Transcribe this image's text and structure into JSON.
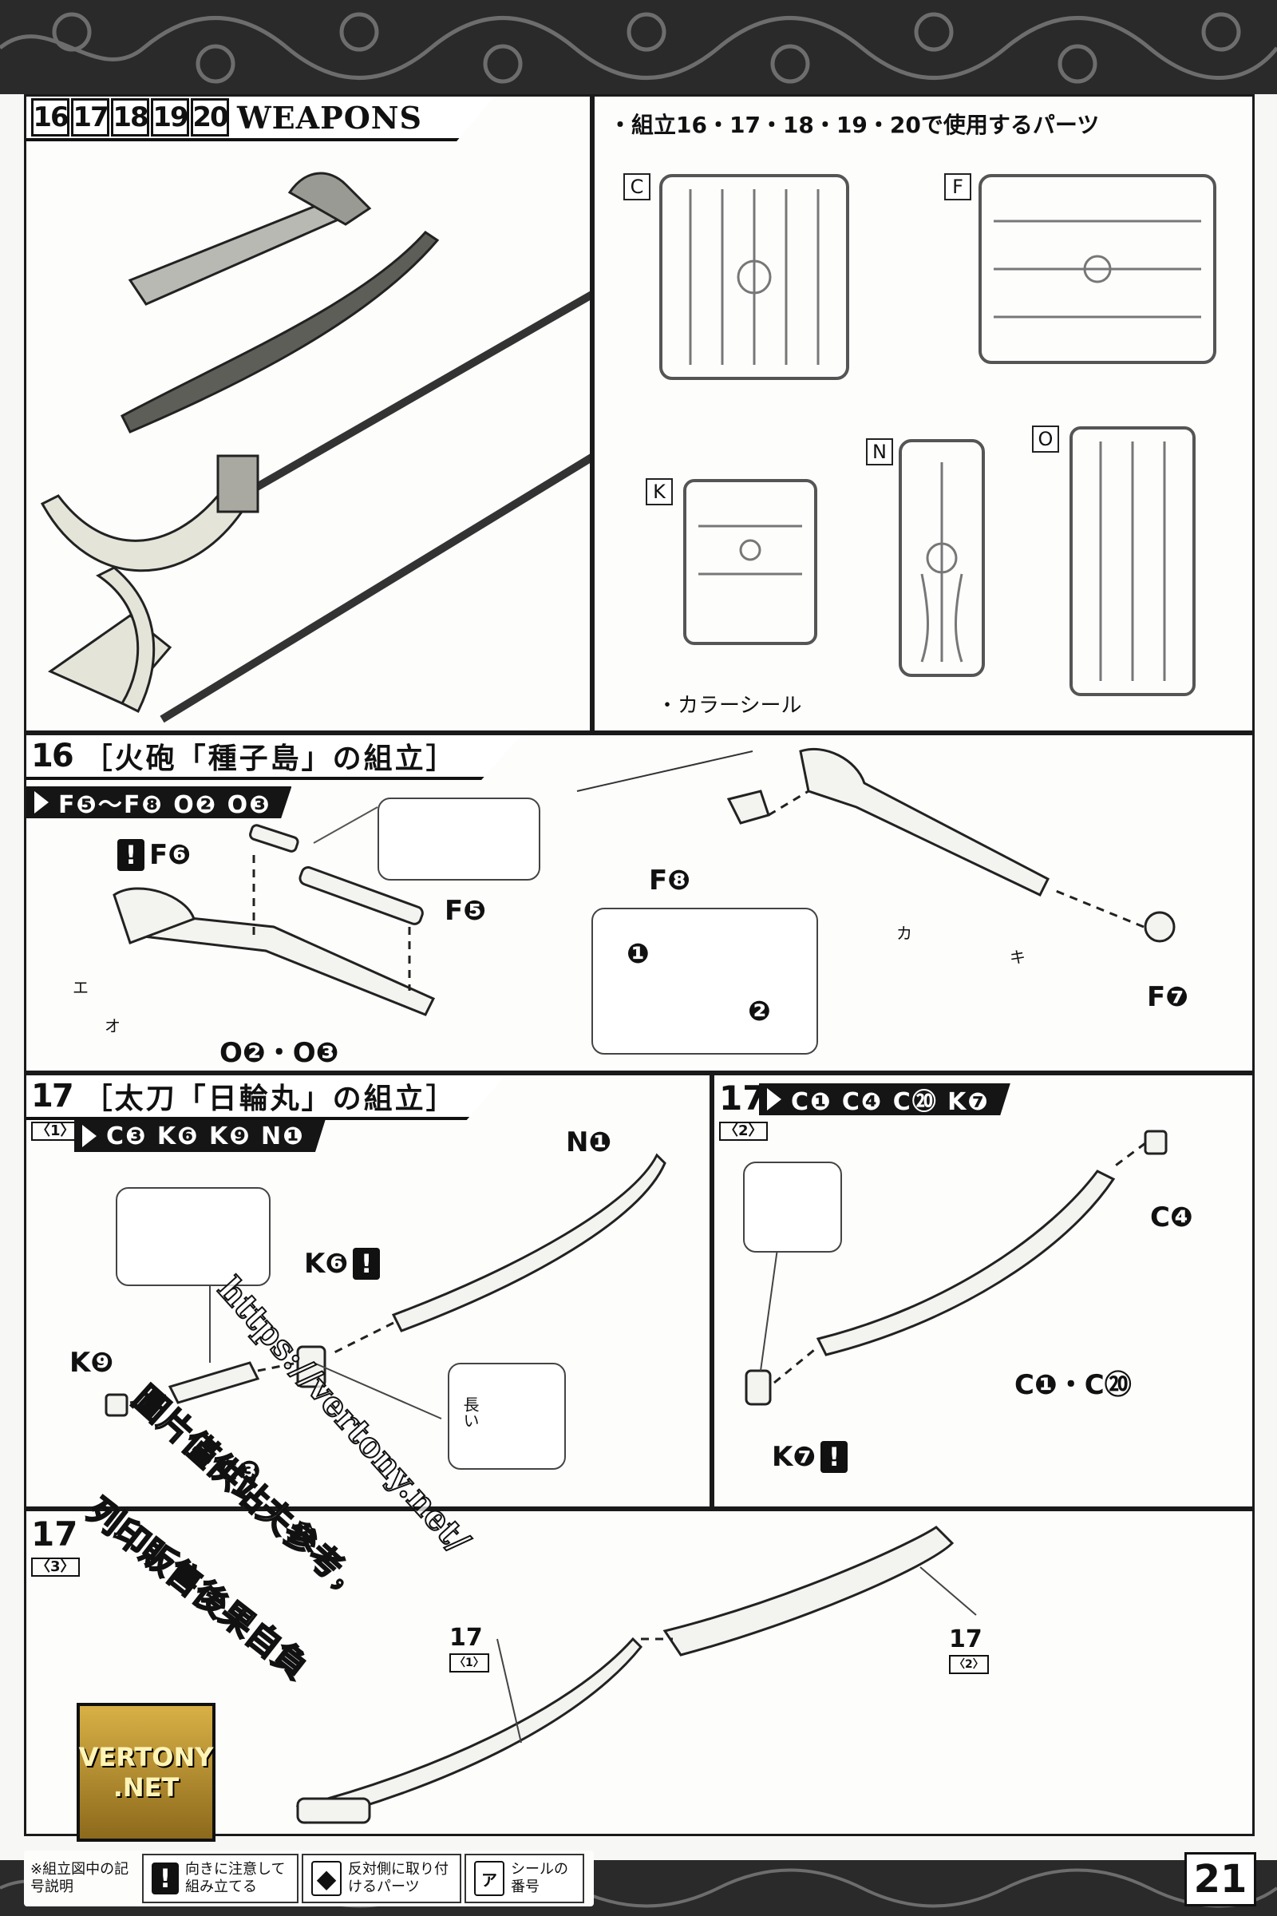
{
  "header": {
    "step_numbers": [
      "16",
      "17",
      "18",
      "19",
      "20"
    ],
    "title": "WEAPONS"
  },
  "parts_panel": {
    "heading": "・組立16・17・18・19・20で使用するパーツ",
    "runners": [
      "C",
      "F",
      "K",
      "N",
      "O"
    ],
    "seal_label": "・カラーシール"
  },
  "step16": {
    "number": "16",
    "title": "［火砲「種子島」の組立］",
    "parts": "F❺〜F❽ O❷ O❸",
    "labels": {
      "f6": "F❻",
      "f5": "F❺",
      "o2o3": "O❷・O❸",
      "f8": "F❽",
      "f7": "F❼",
      "seal_e": "エ",
      "seal_o": "オ",
      "seal_ka": "カ",
      "seal_ki": "キ",
      "arrow1": "❶",
      "arrow2": "❷"
    }
  },
  "step17_1": {
    "number": "17",
    "sub": "〈1〉",
    "title": "［太刀「日輪丸」の組立］",
    "parts": "C❸ K❻ K❾ N❶",
    "labels": {
      "n1": "N❶",
      "k6": "K❻",
      "k9": "K❾",
      "c3": "C❸",
      "length": "長い"
    }
  },
  "step17_2": {
    "number": "17",
    "sub": "〈2〉",
    "parts": "C❶ C❹ C⑳ K❼",
    "labels": {
      "c4": "C❹",
      "c1c20": "C❶・C⑳",
      "k7": "K❼"
    }
  },
  "step17_3": {
    "number": "17",
    "sub": "〈3〉",
    "ref_a_num": "17",
    "ref_a_sub": "〈1〉",
    "ref_b_num": "17",
    "ref_b_sub": "〈2〉"
  },
  "legend": {
    "intro": "※組立図中の記号説明",
    "items": [
      {
        "icon": "!",
        "text": "向きに注意して組み立てる"
      },
      {
        "icon": "◆",
        "text": "反対側に取り付けるパーツ"
      },
      {
        "icon": "ア",
        "text": "シールの番号"
      }
    ]
  },
  "watermark": {
    "url": "https://vertony.net/",
    "line1": "圖片僅供站夫參考，",
    "line2": "列印販售後果自負",
    "logo_line1": "VERTONY",
    "logo_line2": ".NET"
  },
  "page_number": "21"
}
